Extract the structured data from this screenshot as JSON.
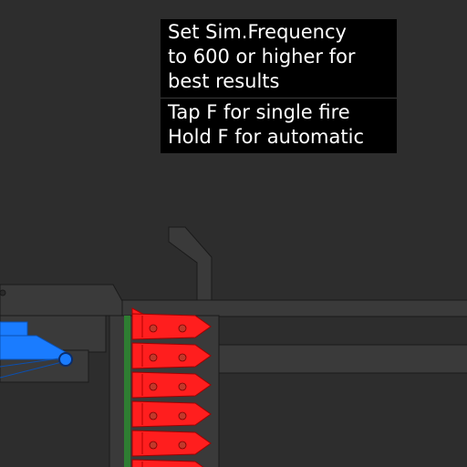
{
  "instructions": {
    "sim_tip": [
      "Set Sim.Frequency",
      "to 600 or higher for",
      "best results"
    ],
    "controls": [
      "Tap F for single fire",
      "Hold F for automatic"
    ]
  },
  "colors": {
    "background": "#2d2d2d",
    "part_gray": "#3a3a3a",
    "part_outline": "#1a1a1a",
    "magazine_feed": "#2e7d32",
    "cartridge": "#ff1e1e",
    "cartridge_primer": "#c0392b",
    "mechanism": "#1a7cff"
  },
  "magazine": {
    "cartridge_count": 6
  }
}
